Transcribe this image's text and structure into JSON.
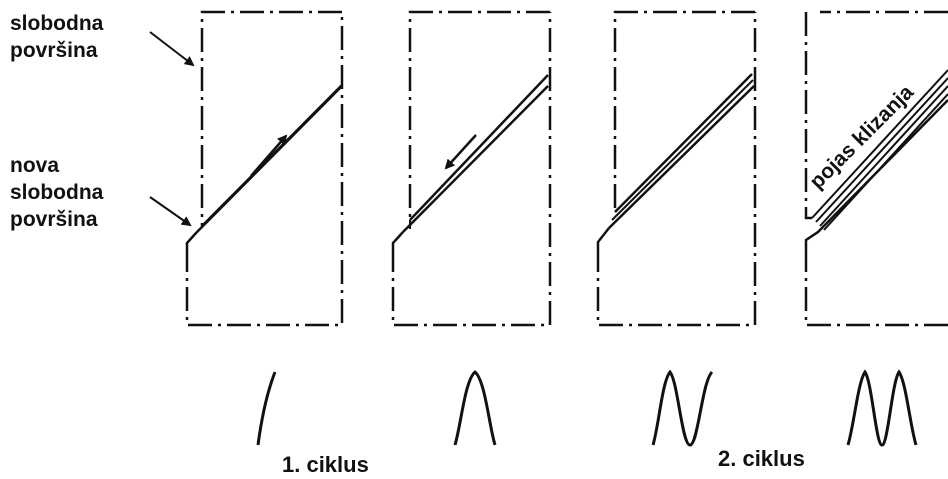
{
  "labels": {
    "free_surface": [
      "slobodna",
      "površina"
    ],
    "new_free_surface": [
      "nova",
      "slobodna",
      "površina"
    ],
    "slip_band": "pojas klizanja",
    "cycle_1": "1. ciklus",
    "cycle_2": "2. ciklus"
  },
  "colors": {
    "ink": "#111111",
    "background": "#ffffff"
  }
}
